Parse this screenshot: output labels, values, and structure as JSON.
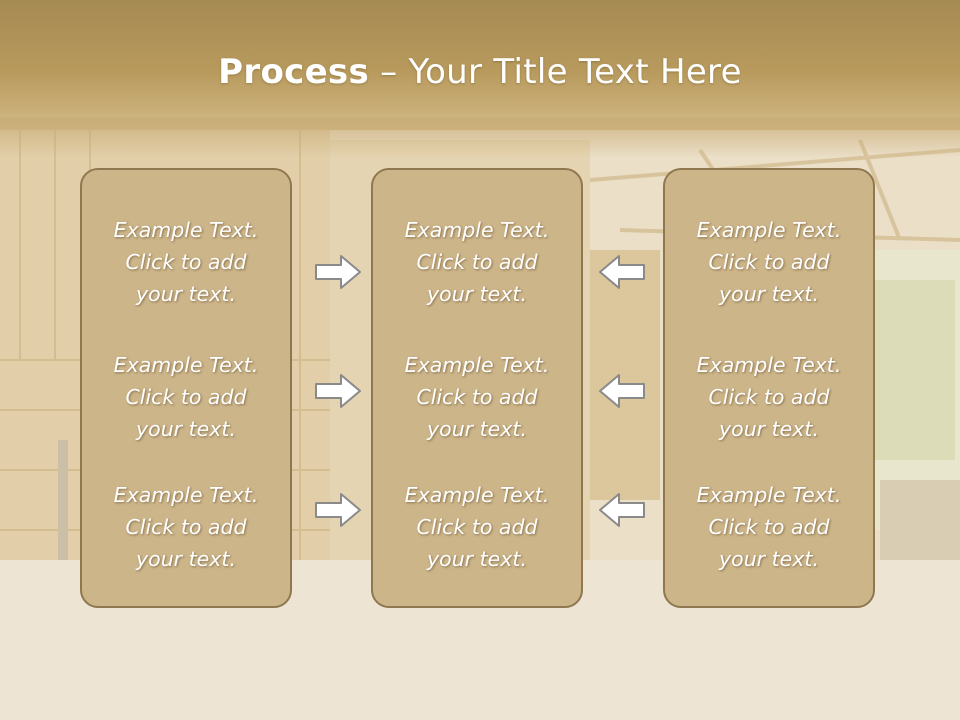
{
  "slide": {
    "title_bold": "Process",
    "title_rest": " – Your Title Text Here"
  },
  "panels": [
    {
      "items": [
        [
          "Example Text.",
          "Click  to add",
          "your text."
        ],
        [
          "Example Text.",
          "Click  to add",
          "your text."
        ],
        [
          "Example Text.",
          "Click  to add",
          "your text."
        ]
      ]
    },
    {
      "items": [
        [
          "Example Text.",
          "Click  to add",
          "your text."
        ],
        [
          "Example Text.",
          "Click  to add",
          "your text."
        ],
        [
          "Example Text.",
          "Click  to add",
          "your text."
        ]
      ]
    },
    {
      "items": [
        [
          "Example Text.",
          "Click  to add",
          "your text."
        ],
        [
          "Example Text.",
          "Click  to add",
          "your text."
        ],
        [
          "Example Text.",
          "Click  to add",
          "your text."
        ]
      ]
    }
  ],
  "colors": {
    "title_band": "#b89a5d",
    "panel_fill": "#cdb58a",
    "panel_border": "#8f7850",
    "arrow_stroke": "#8a8a8a"
  },
  "icons": [
    "right-arrow-icon",
    "left-arrow-icon"
  ]
}
